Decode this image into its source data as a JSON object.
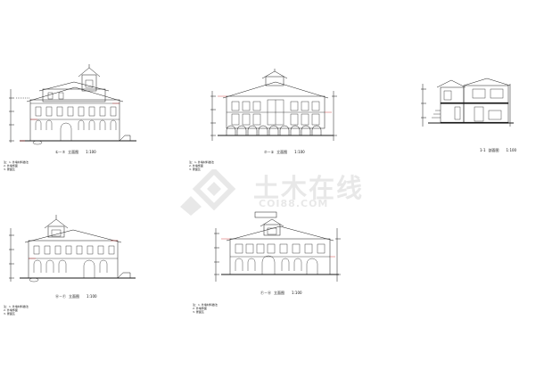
{
  "drawings": [
    {
      "id": "elev-a",
      "caption_num": "①－⑦",
      "caption_title": "立面图",
      "caption_scale": "1:100"
    },
    {
      "id": "elev-b",
      "caption_num": "⑦－①",
      "caption_title": "立面图",
      "caption_scale": "1:100"
    },
    {
      "id": "section",
      "caption_num": "1-1",
      "caption_title": "剖面图",
      "caption_scale": "1:100"
    },
    {
      "id": "elev-c",
      "caption_num": "Ⓐ－Ⓕ",
      "caption_title": "立面图",
      "caption_scale": "1:100"
    },
    {
      "id": "elev-d",
      "caption_num": "Ⓕ－Ⓐ",
      "caption_title": "立面图",
      "caption_scale": "1:100"
    }
  ],
  "notes": {
    "line1": "注：1. 外墙材料做法",
    "line2": "2. 外墙饰面",
    "line3": "3. 屋面瓦"
  },
  "watermark": {
    "cn": "土木在线",
    "url": "COI88.COM",
    "icon": "diamond-logo-icon"
  },
  "colors": {
    "line": "#1a1a1a",
    "accent_red": "#cc2222",
    "watermark": "#9a9a9a"
  }
}
